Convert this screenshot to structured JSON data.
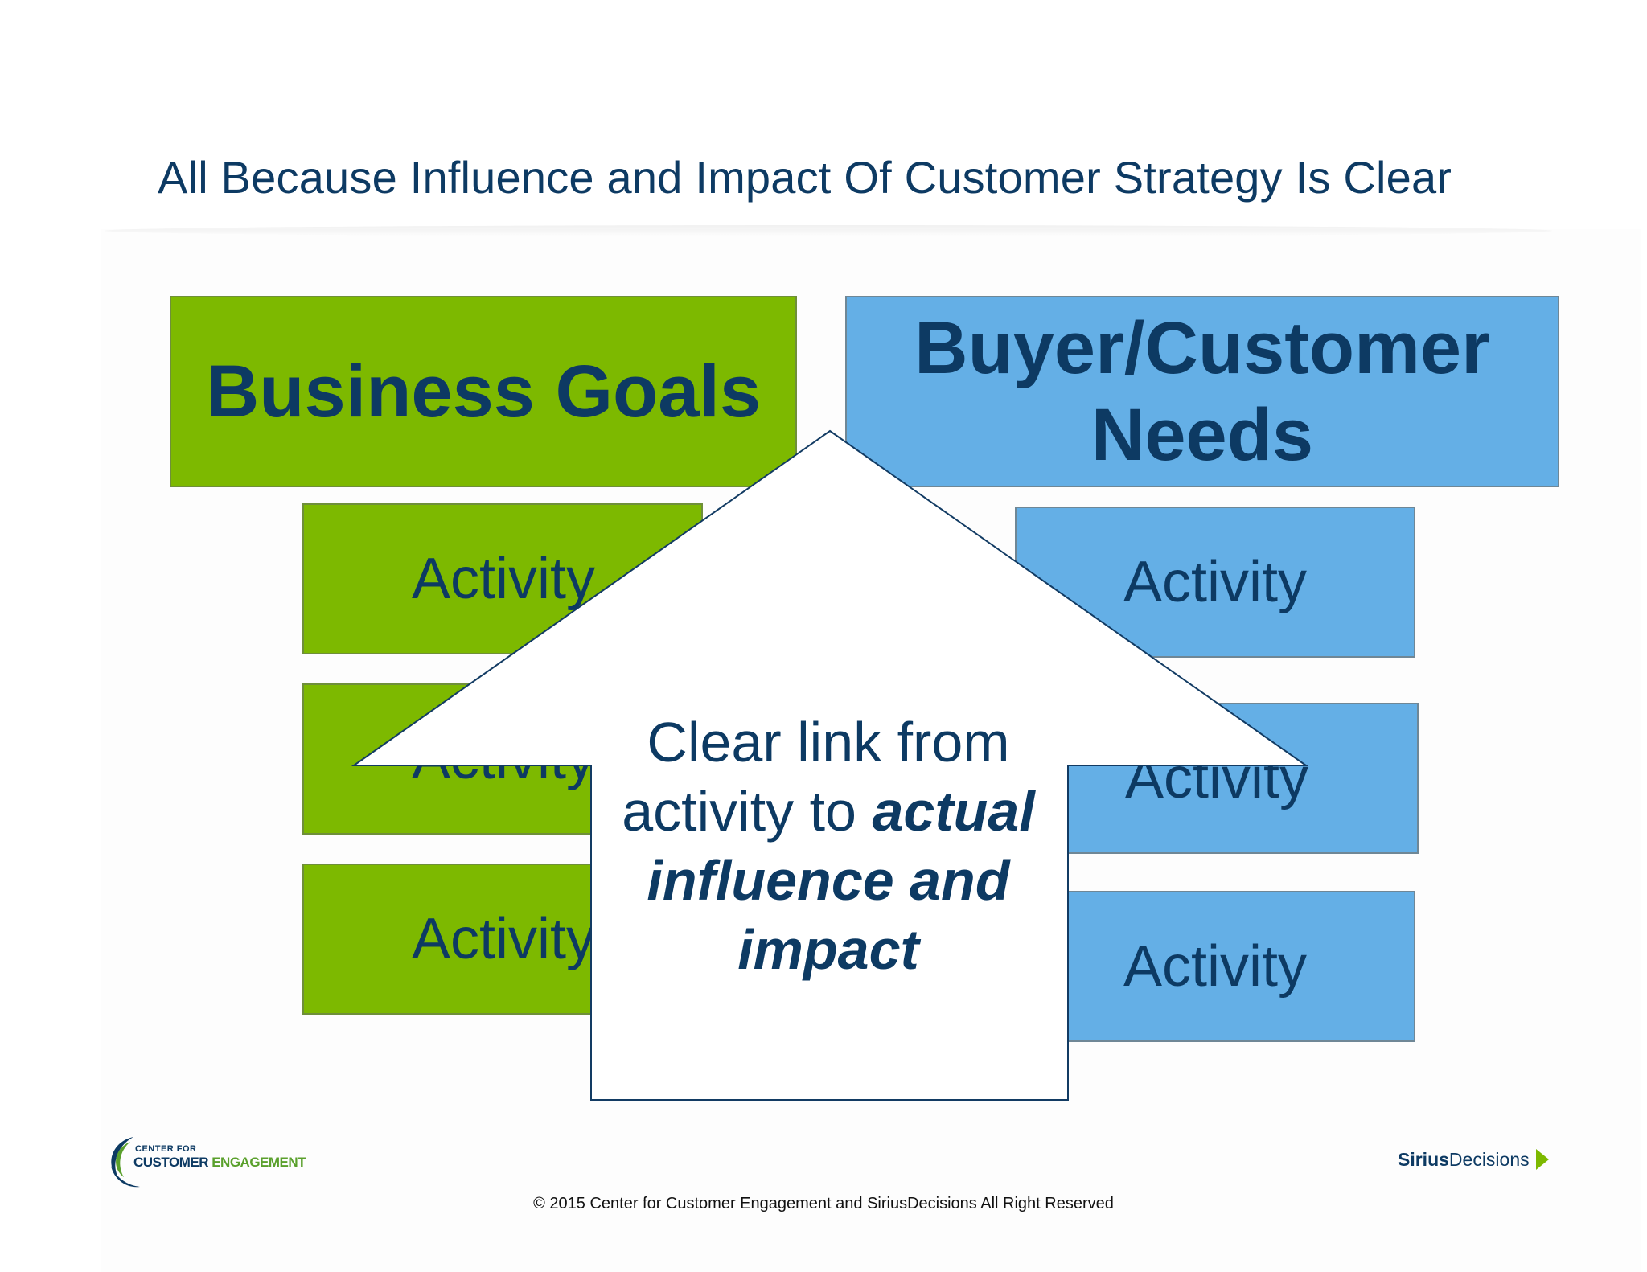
{
  "title": "All Because Influence and Impact Of Customer Strategy Is Clear",
  "left_column": {
    "header": "Business Goals",
    "activities": [
      "Activity",
      "Activity",
      "Activity"
    ],
    "color": "#7db900"
  },
  "right_column": {
    "header_line1": "Buyer/Customer",
    "header_line2": "Needs",
    "activities": [
      "Activity",
      "Activity",
      "Activity"
    ],
    "color": "#64afe6"
  },
  "arrow": {
    "line1": "Clear link from",
    "line2_plain": "activity to ",
    "line2_emph": "actual",
    "line3": "influence and",
    "line4": "impact"
  },
  "footer": "© 2015 Center for Customer Engagement and SiriusDecisions All Right Reserved",
  "logo_left": {
    "small": "CENTER FOR",
    "word1": "CUSTOMER",
    "word2": "ENGAGEMENT"
  },
  "logo_right": {
    "bold": "Sirius",
    "normal": "Decisions"
  },
  "colors": {
    "text": "#0d3a63",
    "green": "#7db900",
    "blue": "#64afe6"
  }
}
